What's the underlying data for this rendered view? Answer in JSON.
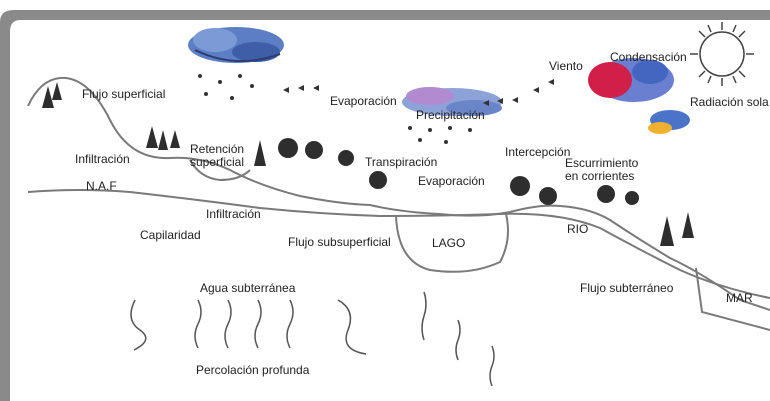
{
  "labels": {
    "flujo_superficial": "Flujo superficial",
    "evaporacion_top": "Evaporación",
    "viento": "Viento",
    "condensacion": "Condensación",
    "radiacion_solar": "Radiación sola",
    "precipitacion": "Precipitación",
    "infiltracion_left": "Infiltración",
    "retencion_superficial": "Retención superficial",
    "transpiracion": "Transpiración",
    "intercepcion": "Intercepción",
    "escurrimiento": "Escurrimiento en corrientes",
    "evaporacion_lake": "Evaporación",
    "naf": "N.A.F",
    "infiltracion_mid": "Infiltración",
    "capilaridad": "Capilaridad",
    "flujo_subsuperficial": "Flujo subsuperficial",
    "lago": "LAGO",
    "rio": "RIO",
    "flujo_subterraneo": "Flujo subterráneo",
    "mar": "MAR",
    "agua_subterranea": "Agua subterránea",
    "percolacion_profunda": "Percolación profunda"
  },
  "colors": {
    "frame": "#8a8a8a",
    "ground": "#7a7a7a",
    "cloud_blue": "#4a6fb5",
    "cloud_red": "#d0204a",
    "sun": "#444444",
    "tree": "#2e2e2e"
  }
}
